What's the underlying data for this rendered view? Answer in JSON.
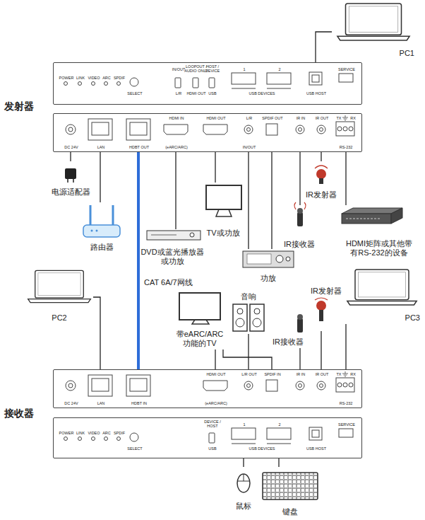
{
  "diagram": {
    "nodes": [
      {
        "text": [
          "PC1"
        ]
      },
      {
        "text": [
          "POWER",
          "LINK",
          "VIDEO",
          "ARC",
          "SPDIF",
          "SELECT",
          "IN/OUT",
          "L/R",
          "LOOPOUT / AUDIO ONLY",
          "HDMI OUT",
          "HOST / DEVICE",
          "USB",
          "1",
          "2",
          "USB DEVICES",
          "USB HOST",
          "SERVICE"
        ]
      },
      {
        "text": [
          "DC 24V",
          "LAN",
          "HDBT OUT",
          "HDMI IN",
          "(eARC/ARC)",
          "HDMI OUT",
          "L/R",
          "IN/OUT",
          "SPDIF OUT",
          "IR IN",
          "IR OUT",
          "TX",
          "RX",
          "RS-232"
        ]
      },
      {
        "text": [
          "电源适配器"
        ]
      },
      {
        "text": [
          "路由器"
        ]
      },
      {
        "text": [
          "DVD或蓝光播放器 或功放"
        ]
      },
      {
        "text": [
          "TV或功放"
        ]
      },
      {
        "text": [
          "功放"
        ]
      },
      {
        "text": [
          "IR接收器"
        ]
      },
      {
        "text": [
          "IR发射器"
        ]
      },
      {
        "text": [
          "HDMI矩阵或其他带 有RS-232的设备"
        ]
      },
      {
        "text": [
          "PC2"
        ]
      },
      {
        "text": [
          "带eARC/ARC 功能的TV"
        ]
      },
      {
        "text": [
          "音响"
        ]
      },
      {
        "text": [
          "IR接收器"
        ]
      },
      {
        "text": [
          "IR发射器"
        ]
      },
      {
        "text": [
          "PC3"
        ]
      },
      {
        "text": [
          "DC 24V",
          "LAN",
          "HDBT IN",
          "HDMI OUT",
          "(eARC/ARC)",
          "L/R OUT",
          "SPDIF IN",
          "IR IN",
          "IR OUT",
          "TX",
          "RX",
          "RS-232"
        ]
      },
      {
        "text": [
          "POWER",
          "LINK",
          "VIDEO",
          "ARC",
          "SPDIF",
          "SELECT",
          "DEVICE / HOST",
          "USB",
          "1",
          "2",
          "USB DEVICES",
          "USB HOST",
          "SERVICE"
        ]
      },
      {
        "text": [
          "鼠标"
        ]
      },
      {
        "text": [
          "键盘"
        ]
      }
    ],
    "edges": [
      {
        "from": 0,
        "to": 1,
        "arrow": "none"
      },
      {
        "from": 2,
        "to": 3,
        "arrow": "none"
      },
      {
        "from": 2,
        "to": 4,
        "arrow": "none"
      },
      {
        "from": 2,
        "to": 17,
        "label": "CAT 6A/7网线",
        "arrow": "none"
      },
      {
        "from": 2,
        "to": 5,
        "arrow": "none"
      },
      {
        "from": 2,
        "to": 6,
        "arrow": "none"
      },
      {
        "from": 2,
        "to": 7,
        "arrow": "none"
      },
      {
        "from": 2,
        "to": 7,
        "arrow": "none"
      },
      {
        "from": 2,
        "to": 8,
        "arrow": "none"
      },
      {
        "from": 2,
        "to": 9,
        "arrow": "none"
      },
      {
        "from": 2,
        "to": 10,
        "arrow": "none"
      },
      {
        "from": 11,
        "to": 17,
        "arrow": "none"
      },
      {
        "from": 12,
        "to": 17,
        "arrow": "none"
      },
      {
        "from": 13,
        "to": 17,
        "arrow": "none"
      },
      {
        "from": 12,
        "to": 17,
        "arrow": "none"
      },
      {
        "from": 14,
        "to": 17,
        "arrow": "none"
      },
      {
        "from": 15,
        "to": 17,
        "arrow": "none"
      },
      {
        "from": 16,
        "to": 17,
        "arrow": "none"
      },
      {
        "from": 18,
        "to": 19,
        "arrow": "none"
      },
      {
        "from": 18,
        "to": 20,
        "arrow": "none"
      }
    ],
    "labels": [
      "发射器",
      "接收器"
    ]
  }
}
